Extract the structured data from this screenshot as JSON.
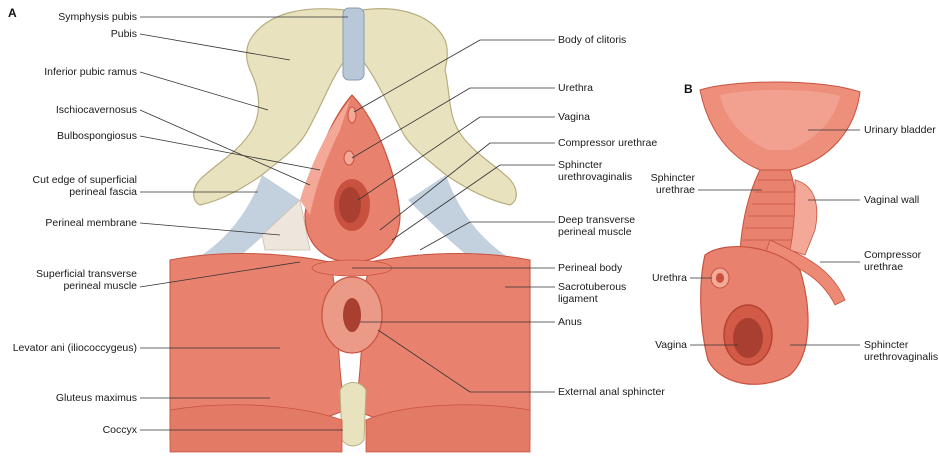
{
  "panels": {
    "a": "A",
    "b": "B"
  },
  "left_labels": [
    "Symphysis pubis",
    "Pubis",
    "Inferior pubic ramus",
    "Ischiocavernosus",
    "Bulbospongiosus",
    "Cut edge of superficial\nperineal fascia",
    "Perineal membrane",
    "Superficial transverse\nperineal muscle",
    "Levator ani (iliococcygeus)",
    "Gluteus maximus",
    "Coccyx"
  ],
  "mid_labels": [
    "Body of clitoris",
    "Urethra",
    "Vagina",
    "Compressor urethrae",
    "Sphincter\nurethrovaginalis",
    "Deep transverse\nperineal muscle",
    "Perineal body",
    "Sacrotuberous\nligament",
    "Anus",
    "External anal sphincter"
  ],
  "b_labels": {
    "urinary_bladder": "Urinary bladder",
    "sphincter_urethrae": "Sphincter\nurethrae",
    "vaginal_wall": "Vaginal wall",
    "compressor_urethrae": "Compressor\nurethrae",
    "urethra": "Urethra",
    "vagina": "Vagina",
    "sphincter_urethrovaginalis": "Sphincter\nurethrovaginalis"
  },
  "colors": {
    "muscle": "#e8826f",
    "muscle_dark": "#c8523f",
    "muscle_light": "#f4a898",
    "bone": "#e9e2bf",
    "bone_edge": "#b8ad7f",
    "fascia": "#b9c8d8",
    "membrane": "#eee6dc"
  }
}
